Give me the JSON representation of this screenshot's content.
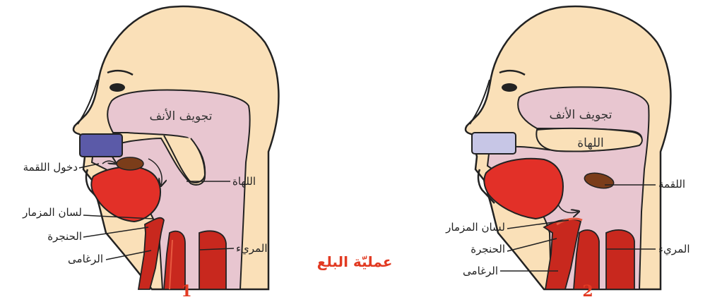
{
  "title": "عمليّة البلع",
  "colors": {
    "skin": "#fae0b8",
    "cavity": "#e8c6d0",
    "outline": "#222222",
    "teeth_left": "#5b5aa8",
    "teeth_right": "#c7c6e6",
    "tongue": "#e23028",
    "bolus": "#7b3d1a",
    "tube": "#c8281e",
    "accent": "#e23a22"
  },
  "panel1": {
    "number": "1",
    "labels": {
      "nasal_cavity": "تجويف الأنف",
      "bolus_entry": "دخول اللقمة",
      "uvula": "اللهاة",
      "epiglottis": "لسان المزمار",
      "larynx": "الحنجرة",
      "trachea": "الرغامى",
      "esophagus": "المريء"
    }
  },
  "panel2": {
    "number": "2",
    "labels": {
      "nasal_cavity": "تجويف الأنف",
      "uvula": "اللهاة",
      "bolus": "اللقمة",
      "epiglottis": "لسان المزمار",
      "larynx": "الحنجرة",
      "trachea": "الرغامى",
      "esophagus": "المريء"
    }
  }
}
